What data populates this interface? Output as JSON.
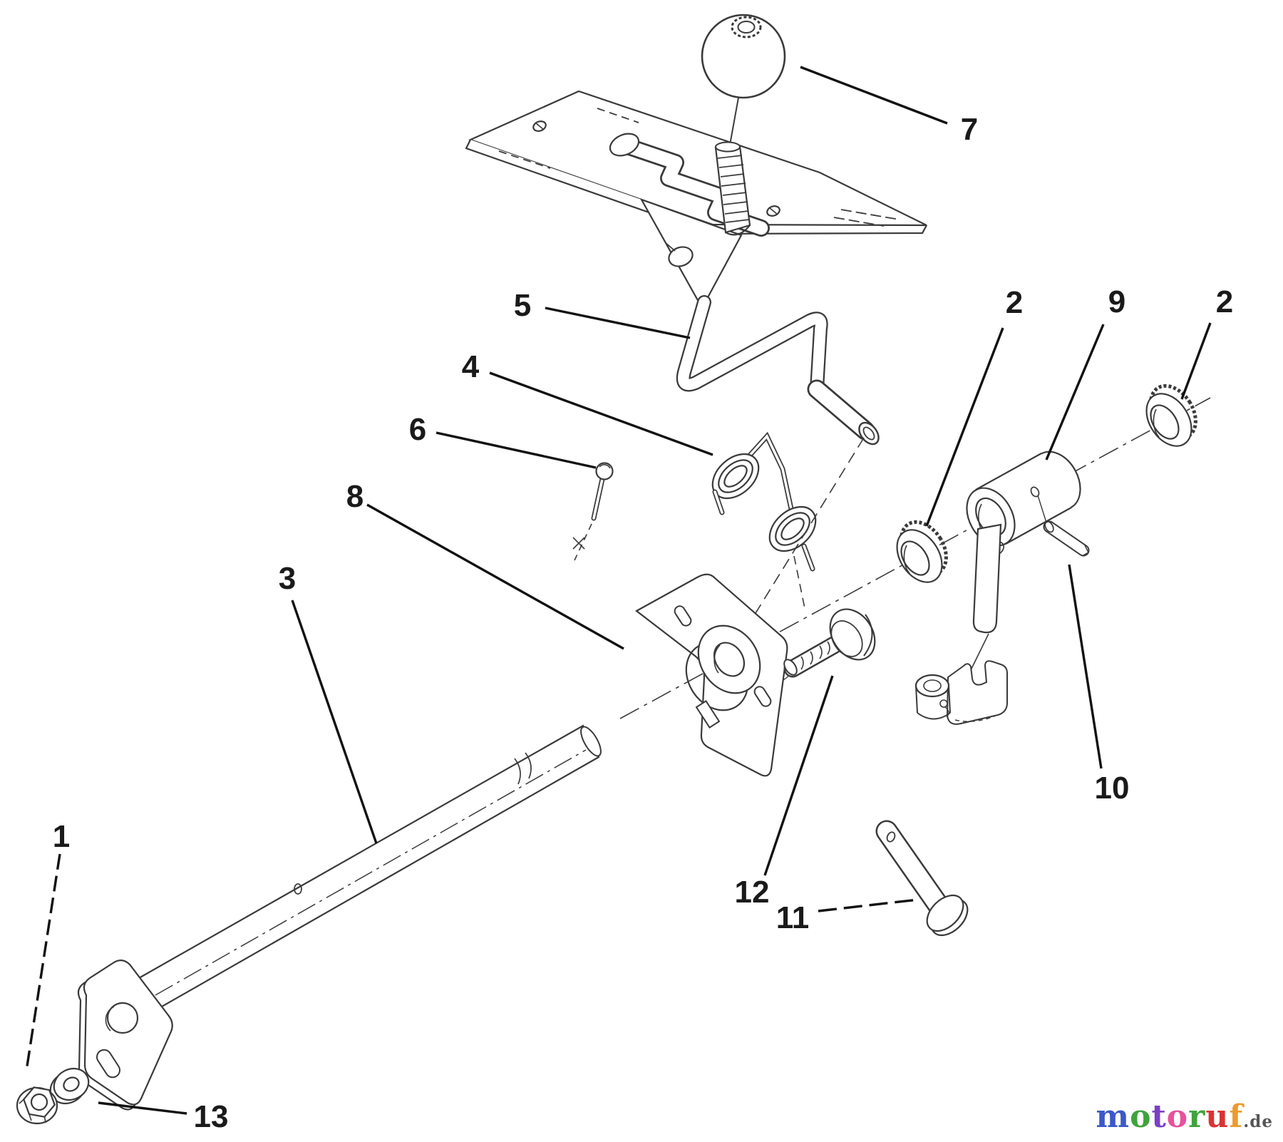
{
  "background": "#ffffff",
  "line_color": "#3a3a3a",
  "leader_color": "#111111",
  "callouts": {
    "c7": {
      "label": "7"
    },
    "c5": {
      "label": "5"
    },
    "c4": {
      "label": "4"
    },
    "c6": {
      "label": "6"
    },
    "c8": {
      "label": "8"
    },
    "c3": {
      "label": "3"
    },
    "c2a": {
      "label": "2"
    },
    "c9": {
      "label": "9"
    },
    "c2b": {
      "label": "2"
    },
    "c10": {
      "label": "10"
    },
    "c12": {
      "label": "12"
    },
    "c11": {
      "label": "11"
    },
    "c1": {
      "label": "1"
    },
    "c13": {
      "label": "13"
    }
  },
  "watermark": {
    "letters": [
      {
        "ch": "m",
        "color": "#3c59c7"
      },
      {
        "ch": "o",
        "color": "#3fa33c"
      },
      {
        "ch": "t",
        "color": "#7a3fc7"
      },
      {
        "ch": "o",
        "color": "#e8519c"
      },
      {
        "ch": "r",
        "color": "#3fa33c"
      },
      {
        "ch": "u",
        "color": "#d93434"
      },
      {
        "ch": "f",
        "color": "#eb9b2d"
      }
    ],
    "suffix": ".de",
    "suffix_color": "#555555"
  }
}
